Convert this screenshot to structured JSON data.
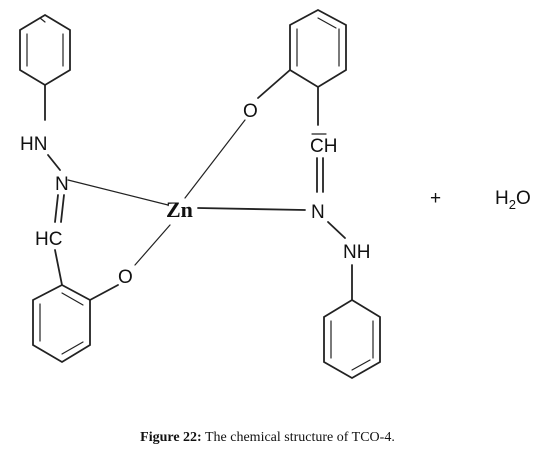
{
  "atoms": {
    "hn": "HN",
    "n_left": "N",
    "hc": "HC",
    "o_lower": "O",
    "zn": "Zn",
    "o_upper": "O",
    "ch": "CH",
    "n_right": "N",
    "nh": "NH",
    "plus": "+",
    "water_h": "H",
    "water_sub": "2",
    "water_o": "O"
  },
  "caption": {
    "label": "Figure 22:",
    "text": " The chemical structure of TCO-4."
  }
}
